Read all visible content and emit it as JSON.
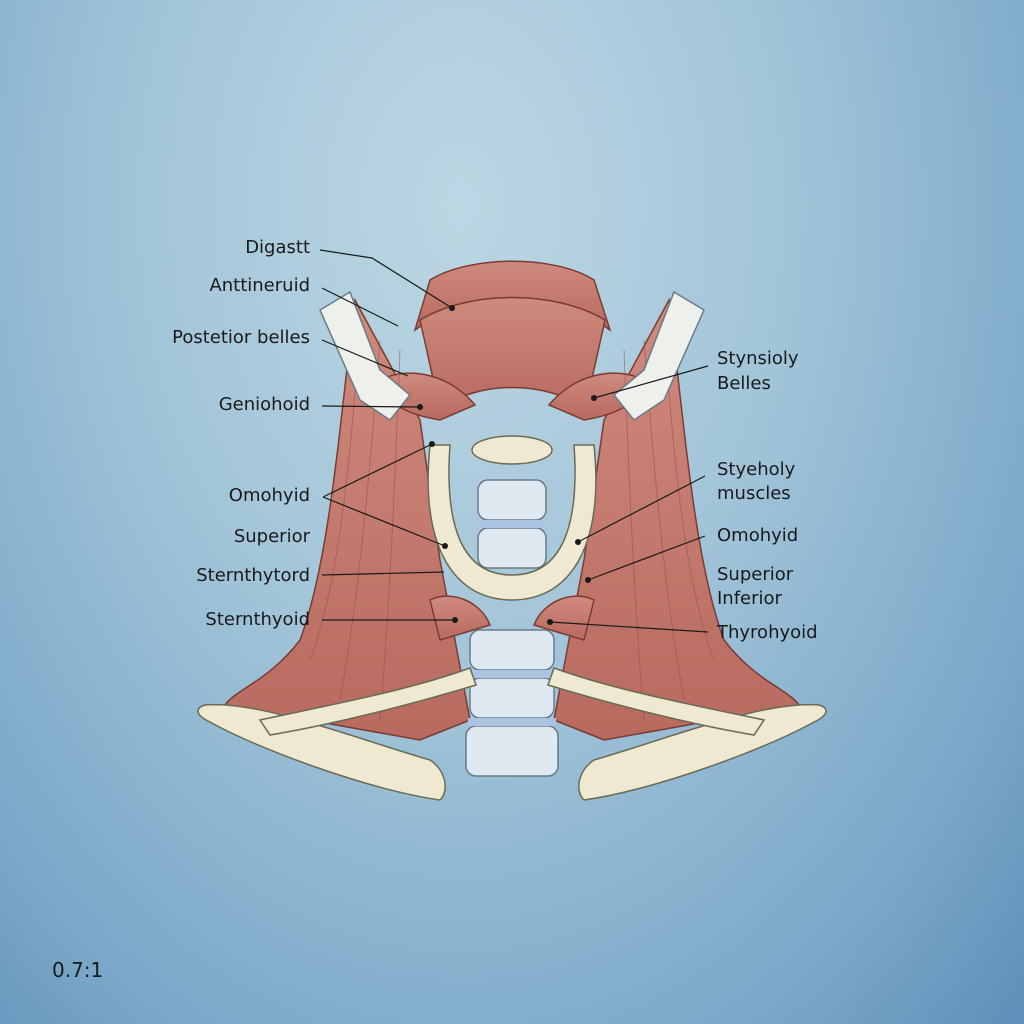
{
  "title": "Suprahyoid and infrahyoid neck muscles",
  "labels_left": [
    "Digastt",
    "Anttineruid",
    "Postetior belles",
    "Geniohoid",
    "Omohyid",
    "Superior",
    "Sternthytord",
    "Sternthyoid"
  ],
  "labels_right": [
    "Stynsioly",
    "Belles",
    "Styeholy",
    "muscles",
    "Omohyid",
    "Superior",
    "Inferior",
    "Thyrohyoid"
  ],
  "scale": "0.7:1",
  "colors": {
    "muscle": "#c9786c",
    "bone": "#efe9d2",
    "cartilage": "#dfe9f2",
    "background": "#a3c5d9"
  }
}
